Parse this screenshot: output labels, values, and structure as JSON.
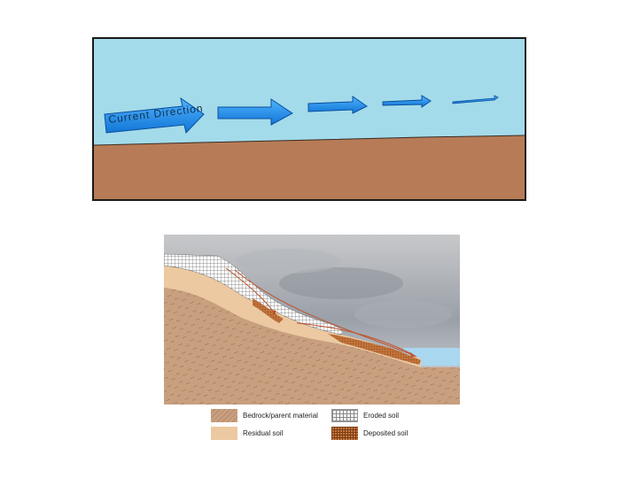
{
  "top_diagram": {
    "label": "Current Direction",
    "colors": {
      "water": "#a3dbea",
      "sediment": "#b77c57",
      "arrow": "#1e90e8"
    }
  },
  "legend": [
    {
      "id": "bedrock",
      "label": "Bedrock/parent material"
    },
    {
      "id": "eroded",
      "label": "Eroded soil"
    },
    {
      "id": "residual",
      "label": "Residual soil"
    },
    {
      "id": "deposited",
      "label": "Deposited soil"
    }
  ]
}
